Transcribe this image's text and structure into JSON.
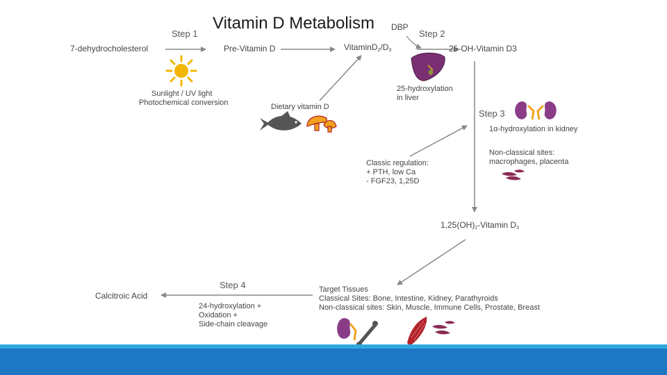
{
  "title": "Vitamin D Metabolism",
  "steps": {
    "step1": "Step 1",
    "step2": "Step 2",
    "step3": "Step 3",
    "step4": "Step 4"
  },
  "nodes": {
    "dehydro": "7-dehydrocholesterol",
    "previtd": "Pre-Vitamin D",
    "vitd_main": "VitaminD",
    "vitd_sub2": "2",
    "vitd_slash": "/D",
    "vitd_sub3": "3",
    "dbp": "DBP",
    "ohd3": "25-OH-Vitamin D3",
    "oh2_pre": "1,25(OH)",
    "oh2_sub": "2",
    "oh2_post": "-Vitamin D",
    "oh2_sub3": "3",
    "calcitroic": "Calcitroic Acid"
  },
  "notes": {
    "sunlight_1": "Sunlight / UV light",
    "sunlight_2": "Photochemical conversion",
    "dietary": "Dietary vitamin D",
    "liver_1": "25-hydroxylation",
    "liver_2": "in liver",
    "kidney": "1α-hydroxylation in kidney",
    "nonclassical_1": "Non-classical sites:",
    "nonclassical_2": "macrophages, placenta",
    "regulation_1": "Classic regulation:",
    "regulation_2": "+ PTH, low Ca",
    "regulation_3": "- FGF23, 1,25D",
    "step4_1": "24-hydroxylation +",
    "step4_2": "Oxidation +",
    "step4_3": "Side-chain cleavage",
    "target_1": "Target Tissues",
    "target_2": "Classical Sites: Bone, Intestine, Kidney, Parathyroids",
    "target_3": "Non-classical sites: Skin, Muscle, Immune Cells, Prostate, Breast"
  },
  "icons": {
    "sun": "sun-icon",
    "fish": "fish-icon",
    "mushroom": "mushroom-icon",
    "liver": "liver-icon",
    "kidney": "kidney-icon",
    "cells": "immune-cells-icon",
    "bone": "bone-icon",
    "muscle": "muscle-icon"
  },
  "colors": {
    "arrow": "#888888",
    "sun": "#f2b705",
    "liver": "#7b2f73",
    "kidney": "#8a3d86",
    "mushroom": "#f0a21e",
    "fish": "#555555",
    "cells": "#8b2c55",
    "muscle": "#b3242b",
    "footer_top": "#2fa8e0",
    "footer": "#1d77c2"
  }
}
